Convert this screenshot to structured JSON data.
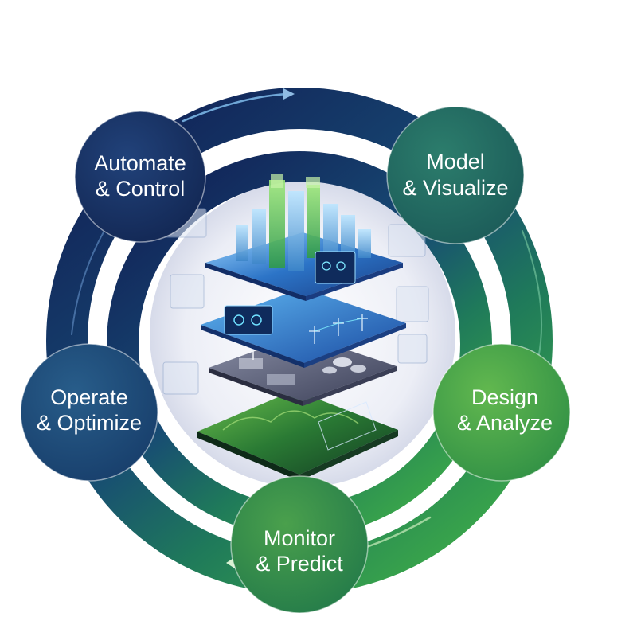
{
  "diagram": {
    "nodes": [
      {
        "line1": "Automate",
        "line2": "& Control"
      },
      {
        "line1": "Model",
        "line2": "& Visualize"
      },
      {
        "line1": "Design",
        "line2": "& Analyze"
      },
      {
        "line1": "Monitor",
        "line2": "& Predict"
      },
      {
        "line1": "Operate",
        "line2": "& Optimize"
      }
    ]
  },
  "colors": {
    "navy": "#142a5c",
    "blue": "#1d4f8a",
    "teal": "#1f6a5e",
    "green": "#2e8c45",
    "light_green": "#58b548",
    "accent_cyan": "#3ec9e6"
  }
}
